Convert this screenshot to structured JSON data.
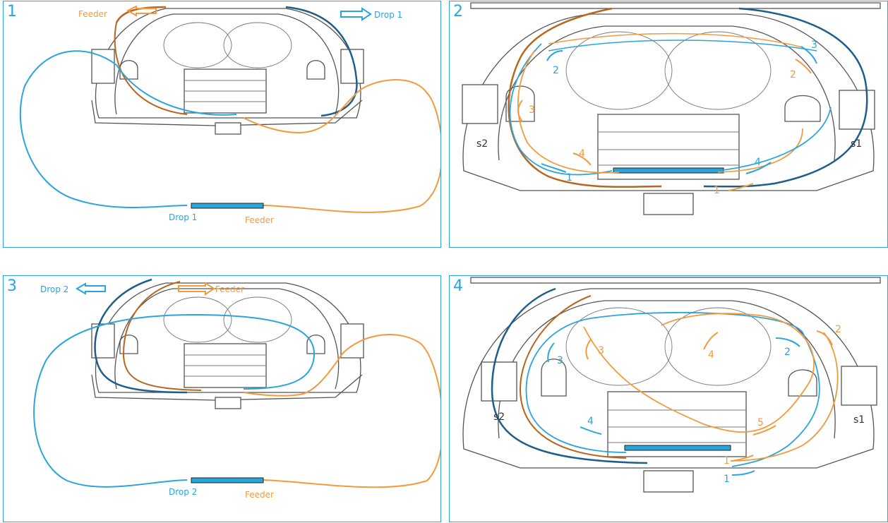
{
  "colors": {
    "blue": "#2aa4dc",
    "orange": "#f39a3c",
    "dark_orange": "#b8651d",
    "navy": "#1f5d8a",
    "frame": "#2aa4dc"
  },
  "panels": [
    {
      "number": "1",
      "labels": {
        "feeder_top": "Feeder",
        "drop_top": "Drop 1",
        "drop_bottom": "Drop 1",
        "feeder_bottom": "Feeder"
      }
    },
    {
      "number": "2",
      "steps": [
        "1",
        "2",
        "3",
        "4",
        "1",
        "2",
        "3",
        "4",
        "s2",
        "s1"
      ]
    },
    {
      "number": "3",
      "labels": {
        "drop_top": "Drop 2",
        "feeder_top": "Feeder",
        "drop_bottom": "Drop 2",
        "feeder_bottom": "Feeder"
      }
    },
    {
      "number": "4",
      "steps": [
        "1",
        "2",
        "3",
        "4",
        "1",
        "2",
        "3",
        "4",
        "5",
        "s2",
        "s1"
      ]
    }
  ],
  "icons": {
    "arrow_feeder": "arrow-left-icon",
    "arrow_drop": "arrow-right-icon"
  }
}
